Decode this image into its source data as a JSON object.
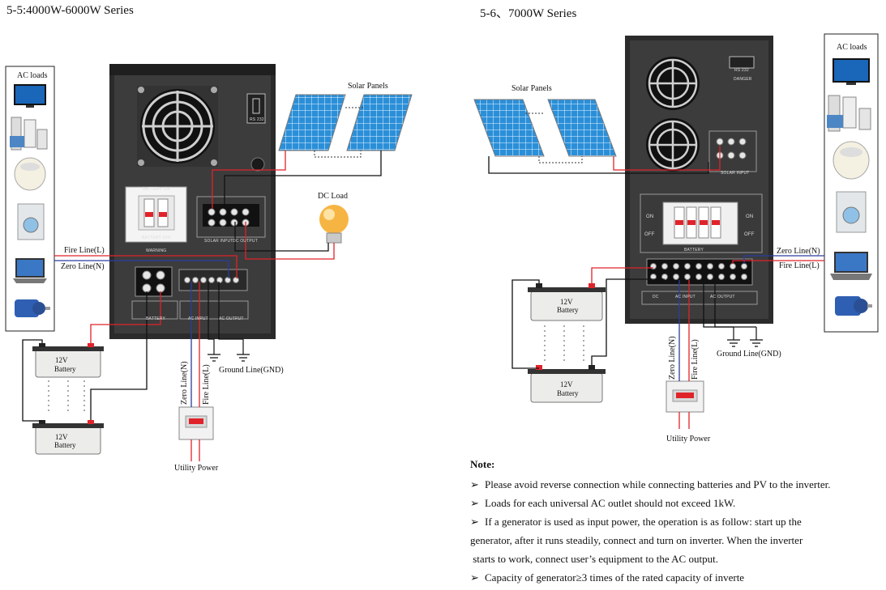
{
  "left": {
    "title": "5-5:4000W-6000W Series",
    "ac_loads_label": "AC loads",
    "solar_panels_label": "Solar Panels",
    "dc_load_label": "DC  Load",
    "fire_line_label": "Fire Line(L)",
    "zero_line_label": "Zero Line(N)",
    "battery_top": {
      "voltage": "12V",
      "name": "Battery"
    },
    "battery_bottom": {
      "voltage": "12V",
      "name": "Battery"
    },
    "vertical_zero": "Zero Line(N)",
    "vertical_fire": "Fire Line(L)",
    "utility_power": "Utility Power",
    "ground_label": "Ground  Line(GND)",
    "inverter": {
      "rs232": "RS 232",
      "battery_on": "BATTERY ON",
      "battery_off": "BATTERY OFF",
      "warning": "WARNING",
      "solar_input": "SOLAR INPUT",
      "dc_output": "DC OUTPUT",
      "battery": "BATTERY",
      "ac_input": "AC INPUT",
      "ac_output": "AC OUTPUT"
    }
  },
  "right": {
    "title": "5-6、7000W Series",
    "ac_loads_label": "AC loads",
    "solar_panels_label": "Solar Panels",
    "zero_line_label": "Zero Line(N)",
    "fire_line_label": "Fire Line(L)",
    "battery_top": {
      "voltage": "12V",
      "name": "Battery"
    },
    "battery_bottom": {
      "voltage": "12V",
      "name": "Battery"
    },
    "vertical_zero": "Zero Line(N)",
    "vertical_fire": "Fire Line(L)",
    "utility_power": "Utility Power",
    "ground_label": "Ground  Line(GND)",
    "inverter": {
      "rs232": "RS 232",
      "danger": "DANGER",
      "solar_input": "SOLAR INPUT",
      "on": "ON",
      "off": "OFF",
      "battery": "BATTERY",
      "ac_input": "AC INPUT",
      "ac_output": "AC OUTPUT",
      "dc": "DC"
    }
  },
  "notes": {
    "title": "Note:",
    "items": [
      "Please avoid reverse connection while connecting batteries and PV to the inverter.",
      "Loads for each universal AC outlet should not exceed 1kW.",
      "If a generator is used as input power, the operation is as follow: start up the",
      "Capacity of generator≥3 times of the rated capacity of inverte"
    ],
    "continuation": [
      "generator, after it runs steadily, connect and turn on inverter. When the inverter",
      " starts to work, connect user’s equipment to the AC output."
    ],
    "bullet": "➢"
  },
  "colors": {
    "wire_red": "#e0232a",
    "wire_blue": "#2a3c9e",
    "wire_black": "#111111",
    "inverter_body": "#3c3c3c",
    "panel_blue": "#2b8fd8"
  }
}
